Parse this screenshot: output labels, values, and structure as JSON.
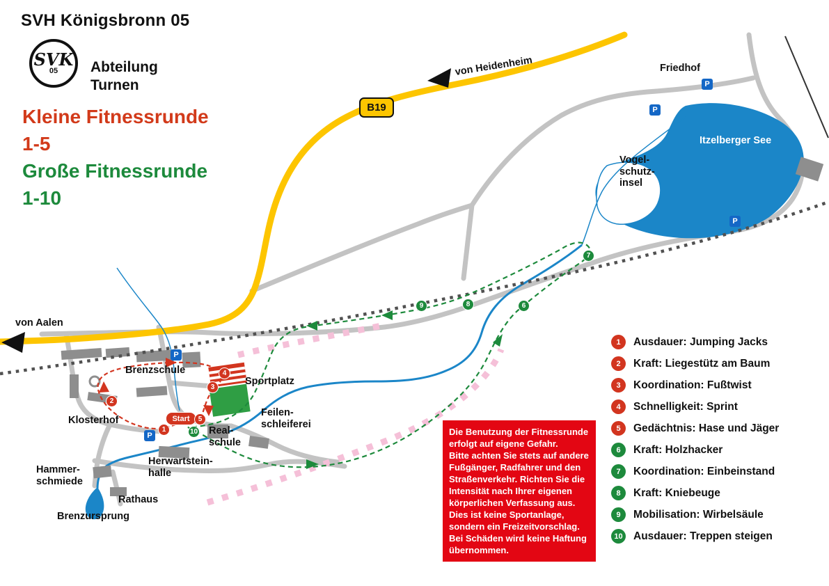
{
  "header": {
    "club": "SVH Königsbronn 05",
    "department": "Abteilung\nTurnen",
    "logo_monogram": "SVK",
    "logo_year": "05"
  },
  "titles": {
    "small_route_name": "Kleine Fitnessrunde",
    "small_route_range": "1-5",
    "big_route_name": "Große Fitnessrunde",
    "big_route_range": "1-10"
  },
  "colors": {
    "route_small_red": "#d2351f",
    "route_big_green": "#1d8a3c",
    "road_yellow": "#fdc500",
    "water_blue": "#1b86c8",
    "warning_red": "#e30613",
    "parking_blue": "#1467c6"
  },
  "map": {
    "road_badge": "B19",
    "parking_label": "P",
    "start_label": "Start",
    "directions": {
      "from_heidenheim": "von Heidenheim",
      "from_aalen": "von Aalen"
    },
    "labels": {
      "friedhof": "Friedhof",
      "itzelberger_see": "Itzelberger See",
      "vogelschutzinsel": "Vogel-\nschutz-\ninsel",
      "brenzschule": "Brenzschule",
      "sportplatz": "Sportplatz",
      "klosterhof": "Klosterhof",
      "feilenschleiferei": "Feilen-\nschleiferei",
      "realschule": "Real-\nschule",
      "herwartsteinhalle": "Herwartstein-\nhalle",
      "hammerschmiede": "Hammer-\nschmiede",
      "rathaus": "Rathaus",
      "brenzursprung": "Brenzursprung"
    }
  },
  "legend": {
    "items": [
      {
        "number": "1",
        "label": "Ausdauer: Jumping Jacks"
      },
      {
        "number": "2",
        "label": "Kraft: Liegestütz am Baum"
      },
      {
        "number": "3",
        "label": "Koordination: Fußtwist"
      },
      {
        "number": "4",
        "label": "Schnelligkeit: Sprint"
      },
      {
        "number": "5",
        "label": "Gedächtnis: Hase und Jäger"
      },
      {
        "number": "6",
        "label": "Kraft: Holzhacker"
      },
      {
        "number": "7",
        "label": "Koordination: Einbeinstand"
      },
      {
        "number": "8",
        "label": "Kraft: Kniebeuge"
      },
      {
        "number": "9",
        "label": "Mobilisation: Wirbelsäule"
      },
      {
        "number": "10",
        "label": "Ausdauer: Treppen steigen"
      }
    ]
  },
  "warning": {
    "text": "Die Benutzung der Fitnessrunde\nerfolgt auf eigene Gefahr.\nBitte achten Sie stets auf andere\nFußgänger, Radfahrer und den\nStraßenverkehr. Richten Sie die\nIntensität nach Ihrer eigenen\nkörperlichen Verfassung aus.\nDies ist keine Sportanlage,\nsondern ein Freizeitvorschlag.\nBei Schäden wird keine Haftung\nübernommen."
  }
}
